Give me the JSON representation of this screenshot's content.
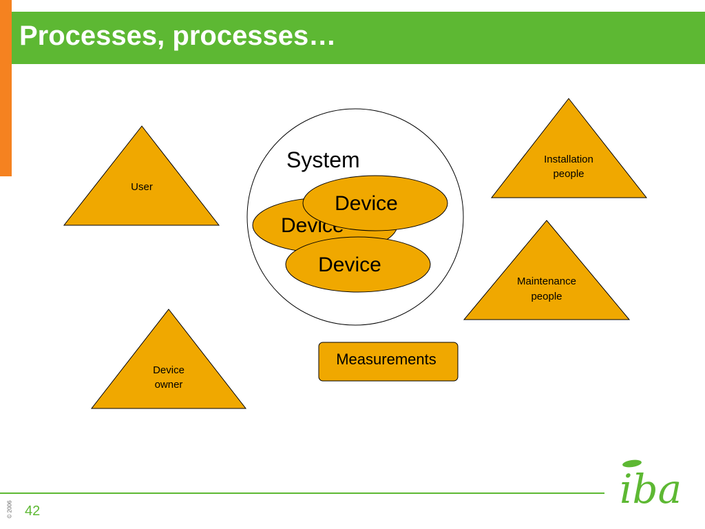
{
  "slide": {
    "title": "Processes, processes…",
    "page_number": "42",
    "copyright": "© 2006"
  },
  "diagram": {
    "system_label": "System",
    "devices": [
      "Device",
      "Device",
      "Device"
    ],
    "measurements_label": "Measurements",
    "roles": {
      "user": "User",
      "installation": [
        "Installation",
        "people"
      ],
      "maintenance": [
        "Maintenance",
        "people"
      ],
      "device_owner": [
        "Device",
        "owner"
      ]
    }
  },
  "logo": {
    "text": "iba"
  },
  "colors": {
    "title_bar": "#5db833",
    "accent_bar": "#f58220",
    "shape_fill": "#f0a800",
    "logo_green": "#5db833"
  }
}
